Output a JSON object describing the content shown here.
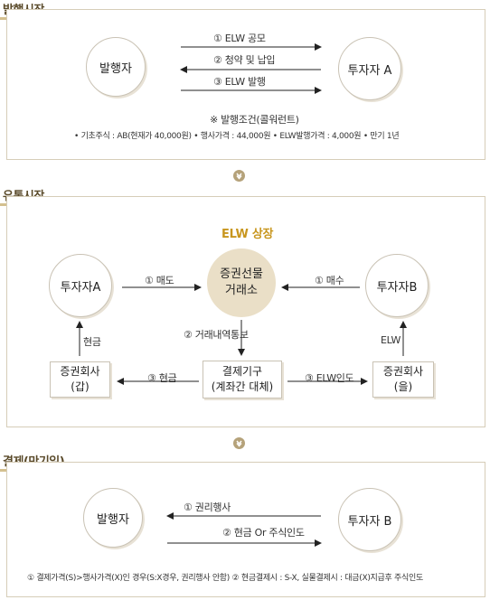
{
  "sections": {
    "issue": {
      "title": "발행시장",
      "issuer": "발행자",
      "investor": "투자자 A",
      "steps": [
        "① ELW 공모",
        "② 청약 및 납입",
        "③ ELW 발행"
      ],
      "conditions_title": "※ 발행조건(콜워런트)",
      "conditions": "• 기초주식 : AB(현재가 40,000원)  • 행사가격 : 44,000원  • ELW발행가격 : 4,000원  • 만기 1년"
    },
    "trading": {
      "title": "유통시장",
      "listing": "ELW 상장",
      "investor_a": "투자자A",
      "investor_b": "투자자B",
      "exchange_line1": "증권선물",
      "exchange_line2": "거래소",
      "sell": "① 매도",
      "buy": "① 매수",
      "notify": "② 거래내역통보",
      "clearing_line1": "결제기구",
      "clearing_line2": "(계좌간 대체)",
      "broker_a_line1": "증권회사",
      "broker_a_line2": "(갑)",
      "broker_b_line1": "증권회사",
      "broker_b_line2": "(을)",
      "cash_pay": "③ 현금",
      "elw_deliver": "③ ELW인도",
      "cash_up": "현금",
      "elw_up": "ELW"
    },
    "settlement": {
      "title": "결제(만기일)",
      "issuer": "발행자",
      "investor": "투자자 B",
      "exercise": "① 권리행사",
      "delivery": "② 현금 Or 주식인도",
      "footnote": "① 결제가격(S)>행사가격(X)인 경우(S:X경우, 권리행사 안함) ② 현금결제시 : S-X, 실물결제시 : 대금(X)지급후 주식인도"
    }
  },
  "colors": {
    "title": "#5a4a2a",
    "accent_bar": "#d4c08f",
    "listing": "#c8961e",
    "badge": "#b5a27a",
    "exchange_fill": "#eadfc7"
  }
}
